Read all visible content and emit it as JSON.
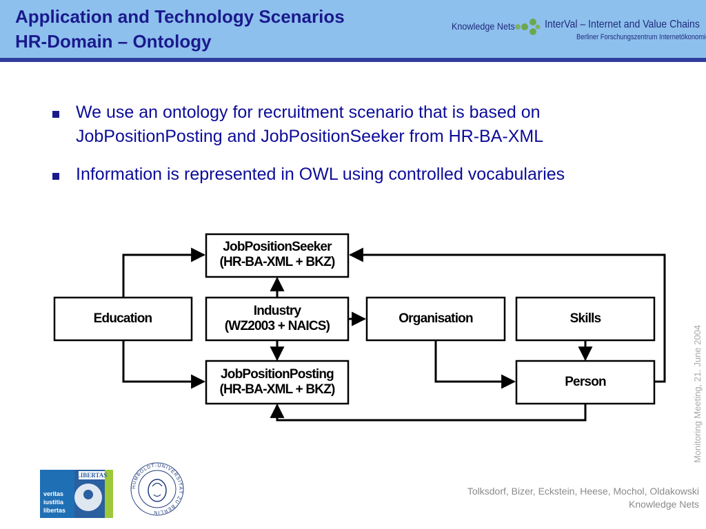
{
  "header": {
    "title_line1": "Application and Technology Scenarios",
    "title_line2": "HR-Domain – Ontology",
    "logo_knowledge_nets": "Knowledge Nets",
    "logo_interval": "InterVal – Internet and Value Chains",
    "logo_subtitle": "Berliner Forschungszentrum Internetökonomie"
  },
  "bullets": [
    "We use an ontology for recruitment scenario that is based on JobPositionPosting and JobPositionSeeker from HR-BA-XML",
    "Information is represented in OWL using controlled vocabularies"
  ],
  "diagram": {
    "nodes": {
      "seeker": [
        "JobPositionSeeker",
        "(HR-BA-XML + BKZ)"
      ],
      "education": [
        "Education"
      ],
      "industry": [
        "Industry",
        "(WZ2003 + NAICS)"
      ],
      "organisation": [
        "Organisation"
      ],
      "skills": [
        "Skills"
      ],
      "posting": [
        "JobPositionPosting",
        "(HR-BA-XML + BKZ)"
      ],
      "person": [
        "Person"
      ]
    }
  },
  "side_text": "Monitoring Meeting, 21. June 2004",
  "footer": {
    "authors": "Tolksdorf, Bizer, Eckstein, Heese, Mochol, Oldakowski",
    "group": "Knowledge Nets"
  },
  "fu_logo": {
    "lines": [
      "veritas",
      "iustitia",
      "libertas"
    ],
    "banner": "LIBERTAS"
  },
  "hu_logo": {
    "ring_text": "HUMBOLDT-UNIVERSITÄT ZU BERLIN"
  }
}
